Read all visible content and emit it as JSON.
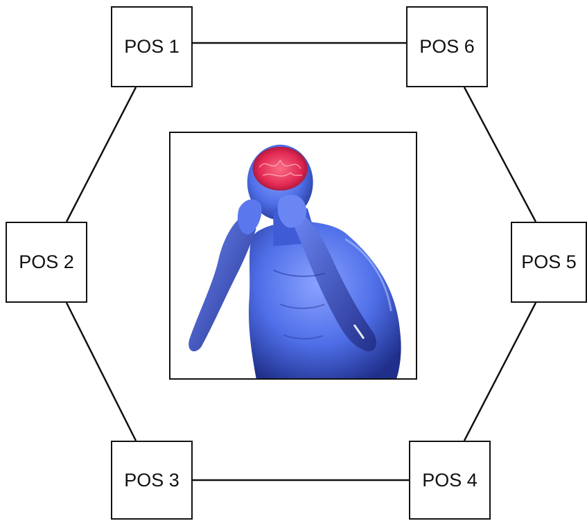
{
  "nodes": [
    {
      "id": "pos1",
      "label": "POS 1"
    },
    {
      "id": "pos2",
      "label": "POS 2"
    },
    {
      "id": "pos3",
      "label": "POS 3"
    },
    {
      "id": "pos4",
      "label": "POS 4"
    },
    {
      "id": "pos5",
      "label": "POS 5"
    },
    {
      "id": "pos6",
      "label": "POS 6"
    }
  ],
  "connections": [
    [
      "pos1",
      "pos6"
    ],
    [
      "pos1",
      "pos2"
    ],
    [
      "pos2",
      "pos3"
    ],
    [
      "pos3",
      "pos4"
    ],
    [
      "pos4",
      "pos5"
    ],
    [
      "pos5",
      "pos6"
    ]
  ],
  "center_image": {
    "subject": "headache-figure",
    "colors": {
      "body": "#4f6fe8",
      "brain": "#e8234a"
    }
  },
  "colors": {
    "line": "#111111",
    "box_border": "#111111",
    "background": "#ffffff"
  }
}
